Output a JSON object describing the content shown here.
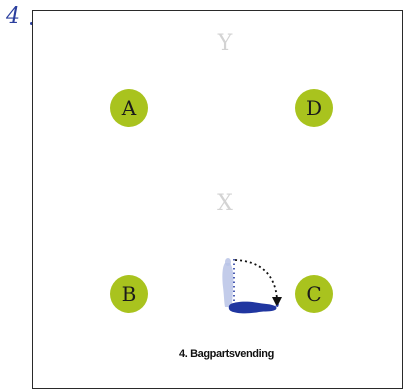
{
  "page_number": "4",
  "points": {
    "y_label": "Y",
    "x_label": "X"
  },
  "markers": {
    "a": "A",
    "b": "B",
    "c": "C",
    "d": "D"
  },
  "caption": "4. Bagpartsvending",
  "colors": {
    "marker_fill": "#a9c31e",
    "horse_blue": "#2036a0",
    "ghost_letter": "#d3d3d3",
    "handwriting": "#2b3f9e"
  },
  "icons": {
    "horse": "horse-top-view-icon",
    "turn_arrow": "dotted-turn-arrow-icon"
  }
}
